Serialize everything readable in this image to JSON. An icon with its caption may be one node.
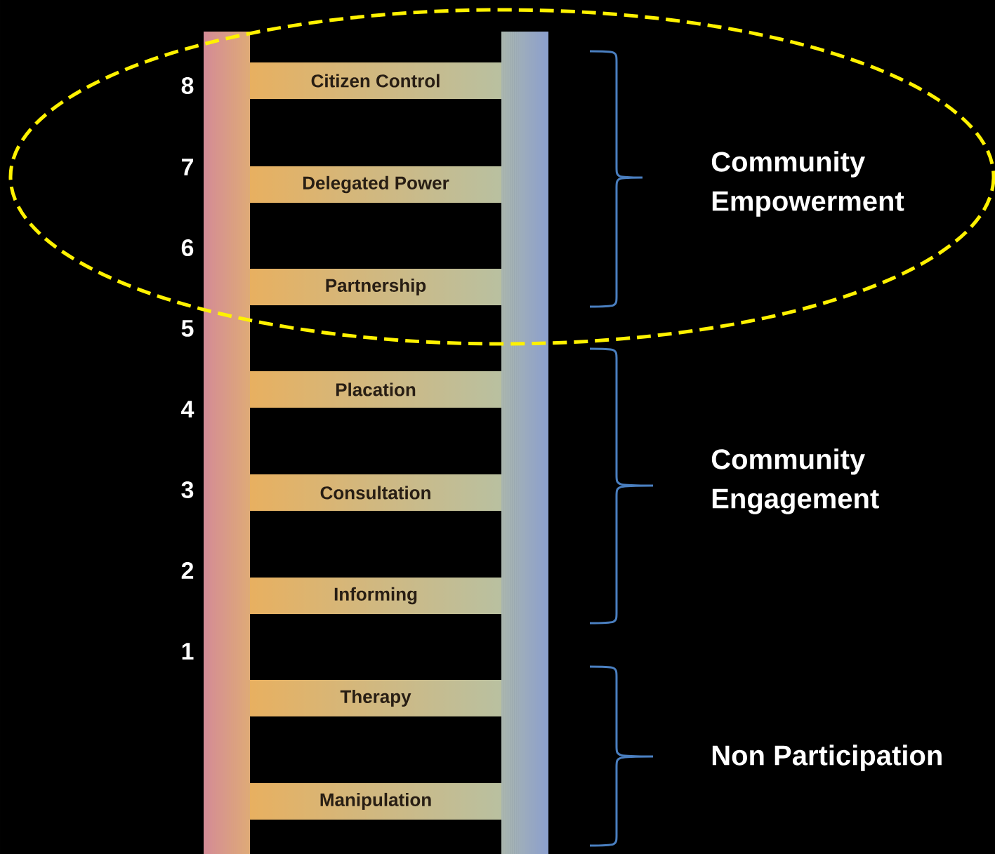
{
  "diagram": {
    "nodes": [
      {
        "text": [
          "Citizen Control"
        ]
      },
      {
        "text": [
          "Delegated Power"
        ]
      },
      {
        "text": [
          "Partnership"
        ]
      },
      {
        "text": [
          "Placation"
        ]
      },
      {
        "text": [
          "Consultation"
        ]
      },
      {
        "text": [
          "Informing"
        ]
      },
      {
        "text": [
          "Therapy"
        ]
      },
      {
        "text": [
          "Manipulation"
        ]
      }
    ],
    "labels": [
      "8",
      "7",
      "6",
      "5",
      "4",
      "3",
      "2",
      "1",
      "Community Empowerment",
      "Community Engagement",
      "Non Participation"
    ]
  }
}
